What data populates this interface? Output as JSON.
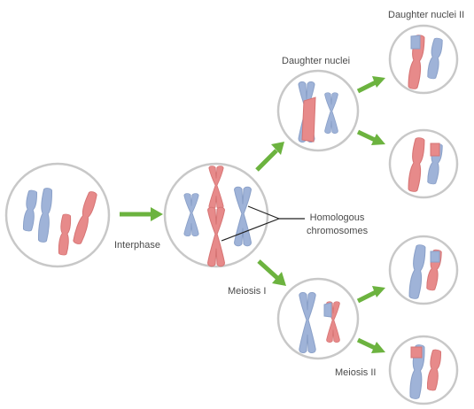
{
  "labels": {
    "daughter_nuclei_ii": "Daughter nuclei II",
    "daughter_nuclei": "Daughter nuclei",
    "interphase": "Interphase",
    "homologous_line1": "Homologous",
    "homologous_line2": "chromosomes",
    "meiosis_i": "Meiosis I",
    "meiosis_ii": "Meiosis II"
  },
  "colors": {
    "blue_chromosome": "#9fb3d8",
    "blue_chromosome_stroke": "#8aa0c8",
    "red_chromosome": "#e78a8a",
    "red_chromosome_stroke": "#d67474",
    "cell_border": "#c8c8c8",
    "arrow": "#6cb33f",
    "pointer_line": "#222222",
    "text": "#4a4a4a"
  }
}
